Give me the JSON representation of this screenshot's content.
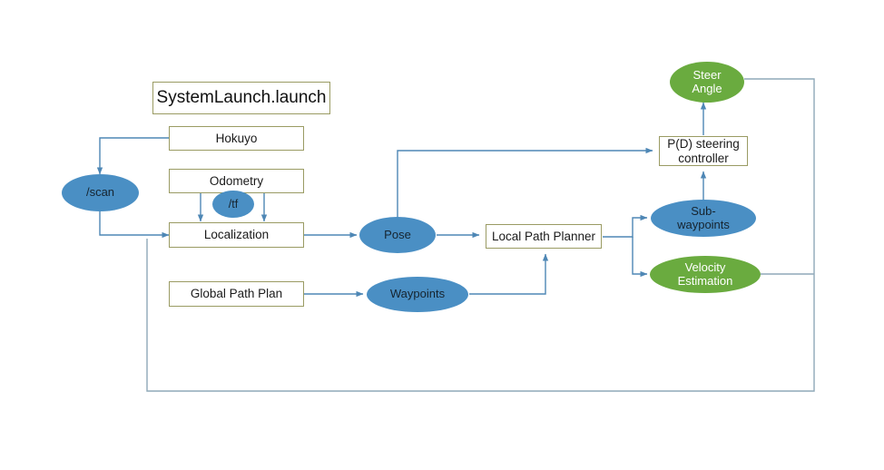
{
  "diagram": {
    "title": "SystemLaunch.launch",
    "accent_blue": "#4a8fc4",
    "accent_green": "#6aab3f",
    "box_border": "#9a9b63",
    "wire_color": "#4e87b5",
    "loop_color": "#8fa9b8",
    "nodes": {
      "title_box": {
        "label": "SystemLaunch.launch"
      },
      "hokuyo": {
        "label": "Hokuyo"
      },
      "odometry": {
        "label": "Odometry"
      },
      "localization": {
        "label": "Localization"
      },
      "global_path_plan": {
        "label": "Global Path Plan"
      },
      "local_path_planner": {
        "label": "Local Path Planner"
      },
      "pd_steering_controller": {
        "label": "P(D) steering\ncontroller"
      },
      "scan": {
        "label": "/scan"
      },
      "tf": {
        "label": "/tf"
      },
      "pose": {
        "label": "Pose"
      },
      "waypoints": {
        "label": "Waypoints"
      },
      "sub_waypoints": {
        "label": "Sub-\nwaypoints"
      },
      "steer_angle": {
        "label": "Steer\nAngle"
      },
      "velocity_estimation": {
        "label": "Velocity\nEstimation"
      }
    }
  }
}
